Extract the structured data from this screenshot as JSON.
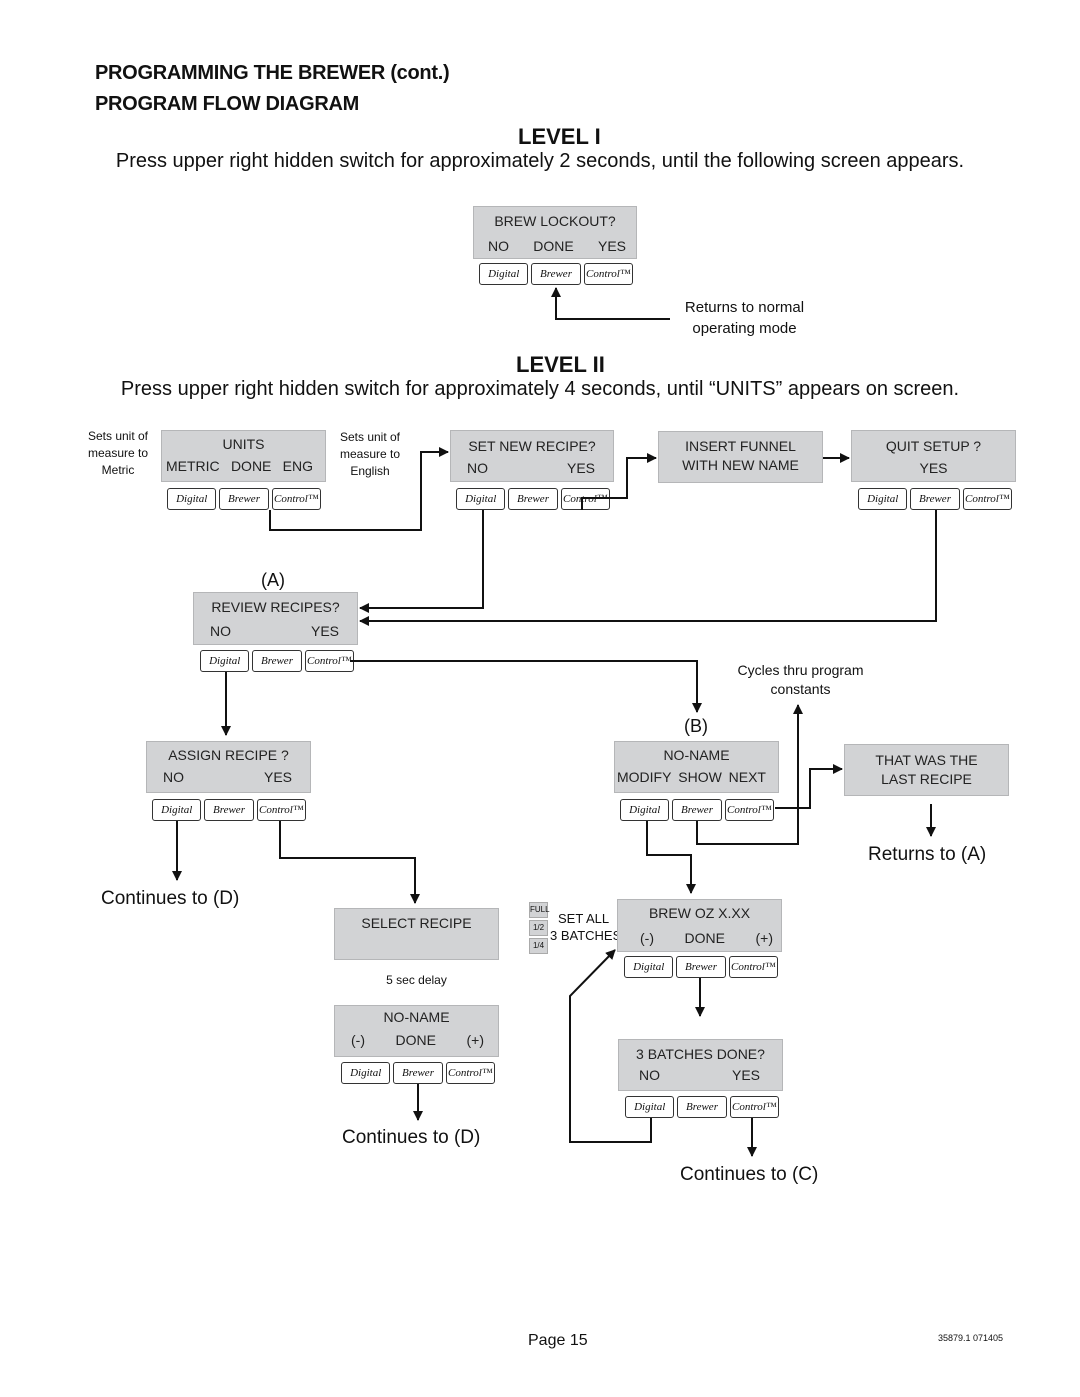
{
  "header": {
    "title": "PROGRAMMING THE BREWER (cont.)",
    "subtitle": "PROGRAM FLOW DIAGRAM"
  },
  "level1": {
    "heading": "LEVEL I",
    "instruction": "Press upper right hidden switch for approximately 2 seconds, until the following screen appears.",
    "screen": {
      "line1": "BREW LOCKOUT?",
      "left": "NO",
      "mid": "DONE",
      "right": "YES"
    },
    "note": "Returns to normal operating mode"
  },
  "level2": {
    "heading": "LEVEL II",
    "instruction": "Press upper right hidden switch for approximately 4 seconds, until “UNITS” appears on screen."
  },
  "buttons": {
    "b1": "Digital",
    "b2": "Brewer",
    "b3": "Control™"
  },
  "screens": {
    "units": {
      "line1": "UNITS",
      "left": "METRIC",
      "mid": "DONE",
      "right": "ENG"
    },
    "set_new_recipe": {
      "line1": "SET NEW RECIPE?",
      "left": "NO",
      "right": "YES"
    },
    "insert_funnel": {
      "line1": "INSERT FUNNEL",
      "line2": "WITH NEW NAME"
    },
    "quit_setup": {
      "line1": "QUIT SETUP ?",
      "right": "YES"
    },
    "review_recipes": {
      "line1": "REVIEW RECIPES?",
      "left": "NO",
      "right": "YES"
    },
    "assign_recipe": {
      "line1": "ASSIGN RECIPE ?",
      "left": "NO",
      "right": "YES"
    },
    "no_name_b": {
      "line1": "NO-NAME",
      "left": "MODIFY",
      "mid": "SHOW",
      "right": "NEXT"
    },
    "last_recipe": {
      "line1": "THAT WAS THE",
      "line2": "LAST RECIPE"
    },
    "select_recipe": {
      "line1": "SELECT RECIPE"
    },
    "no_name_d": {
      "line1": "NO-NAME",
      "left": "(-)",
      "mid": "DONE",
      "right": "(+)"
    },
    "brew_oz": {
      "line1": "BREW OZ X.XX",
      "left": "(-)",
      "mid": "DONE",
      "right": "(+)"
    },
    "batches_done": {
      "line1": "3 BATCHES DONE?",
      "left": "NO",
      "right": "YES"
    }
  },
  "notes": {
    "metric": "Sets unit of measure to Metric",
    "english": "Sets unit of measure to English",
    "cycles": "Cycles thru program constants",
    "delay": "5 sec delay",
    "set_all": "SET ALL",
    "batches": "3 BATCHES",
    "batch_sizes": [
      "FULL",
      "1/2",
      "1/4"
    ]
  },
  "labels": {
    "a": "(A)",
    "b": "(B)",
    "returns_a": "Returns to (A)",
    "continues_d1": "Continues to (D)",
    "continues_d2": "Continues to (D)",
    "continues_c": "Continues to (C)"
  },
  "footer": {
    "page": "Page 15",
    "code": "35879.1 071405"
  }
}
